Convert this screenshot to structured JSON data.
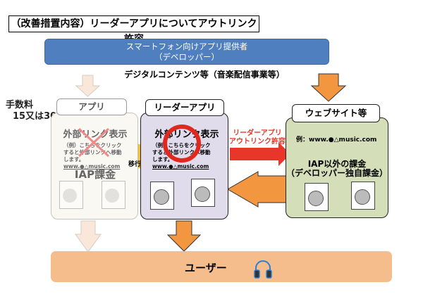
{
  "title": "（改善措置内容）リーダーアプリについてアウトリンク許容",
  "developer": {
    "line1": "スマートフォン向けアプリ提供者",
    "line2": "（デベロッパー）"
  },
  "content_label": "デジタルコンテンツ等（音楽配信事業等）",
  "fee": {
    "line1": "手数料",
    "line2": "15又は30%"
  },
  "app_box": {
    "tab": "アプリ",
    "link_heading": "外部リンク表示",
    "example_lines": [
      "（例）こちらをクリック",
      "すると外部リンクへ移動",
      "します。"
    ],
    "url": "www.●△music.com",
    "billing": "IAP課金",
    "status": "prohibited"
  },
  "migration_label": "移行可",
  "reader_box": {
    "tab": "リーダーアプリ",
    "link_heading": "外部リンク表示",
    "example_lines": [
      "（例）こちらをクリック",
      "すると外部リンクへ移動",
      "します。"
    ],
    "url": "www.●△music.com",
    "status": "allowed"
  },
  "outlink_label": {
    "line1": "リーダーアプリ",
    "line2": "アウトリンク許容"
  },
  "web_box": {
    "tab": "ウェブサイト等",
    "example": "例：www.●△music.com",
    "billing_line1": "IAP以外の課金",
    "billing_line2": "（デベロッパー独自課金）"
  },
  "user_label": "ユーザー",
  "colors": {
    "developer_bar": "#4f7fbf",
    "orange_arrow": "#f2963f",
    "faded_arrow": "#f9e8da",
    "red_arrow": "#e8362a",
    "user_bar": "#f6bd8c",
    "reader_panel": "#e1dcec",
    "web_panel": "#d4deb8"
  }
}
